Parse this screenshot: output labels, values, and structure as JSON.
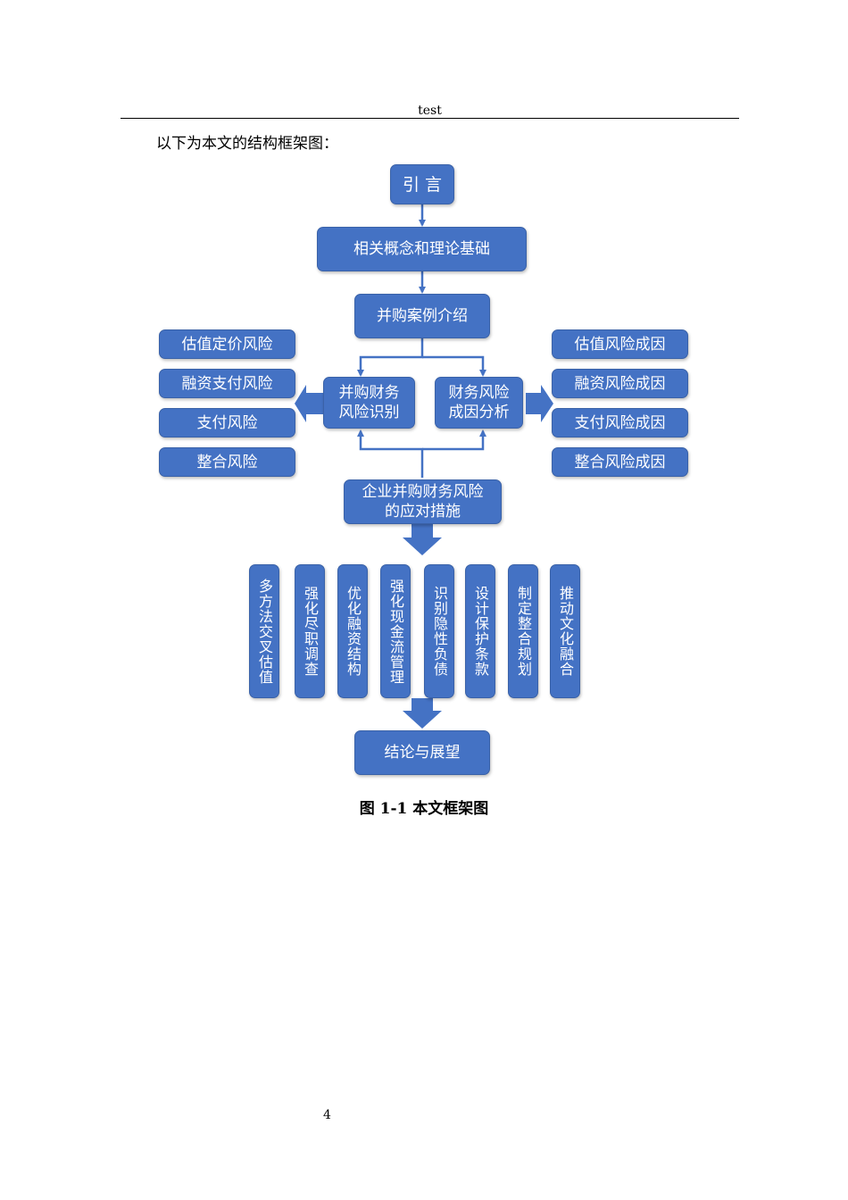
{
  "header": {
    "text": "test"
  },
  "intro": "以下为本文的结构框架图：",
  "flowchart": {
    "intro_box": "引 言",
    "concepts_box": "相关概念和理论基础",
    "case_box": "并购案例介绍",
    "identify_box": "并购财务\n风险识别",
    "cause_box": "财务风险\n成因分析",
    "left_risks": [
      "估值定价风险",
      "融资支付风险",
      "支付风险",
      "整合风险"
    ],
    "right_causes": [
      "估值风险成因",
      "融资风险成因",
      "支付风险成因",
      "整合风险成因"
    ],
    "measures_box": "企业并购财务风险\n的应对措施",
    "measures": [
      "多方法交叉估值",
      "强化尽职调查",
      "优化融资结构",
      "强化现金流管理",
      "识别隐性负债",
      "设计保护条款",
      "制定整合规划",
      "推动文化融合"
    ],
    "conclusion_box": "结论与展望",
    "box_color": "#4472c4"
  },
  "caption": "图 1-1 本文框架图",
  "page_number": "4"
}
